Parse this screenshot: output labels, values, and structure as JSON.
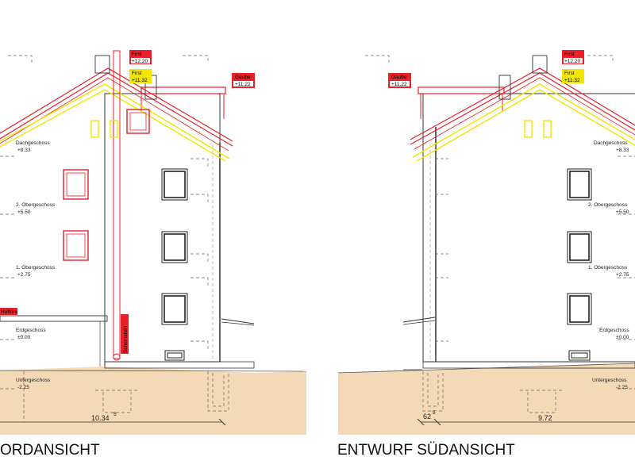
{
  "views": {
    "north": {
      "title": "ORDANSICHT",
      "floors": [
        {
          "name": "Dachgeschoss",
          "level": "+8.33"
        },
        {
          "name": "2. Obergeschoss",
          "level": "+5.50"
        },
        {
          "name": "1. Obergeschoss",
          "level": "+2.75"
        },
        {
          "name": "Erdgeschoss",
          "level": "±0.00"
        },
        {
          "name": "Untergeschoss",
          "level": "-2.25"
        }
      ],
      "tags": {
        "first_red_label": "First",
        "first_red_level": "+12.20",
        "first_yellow_label": "First",
        "first_yellow_level": "+11.32",
        "gaube_label": "Gaube",
        "gaube_level": "+11.22",
        "side_tag": "Schornstein",
        "left_tag": "Hoftüre"
      },
      "dimension": "10.34"
    },
    "south": {
      "title": "ENTWURF SÜDANSICHT",
      "floors": [
        {
          "name": "Dachgeschoss",
          "level": "+8.33"
        },
        {
          "name": "2. Obergeschoss",
          "level": "+5.50"
        },
        {
          "name": "1. Obergeschoss",
          "level": "+2.75"
        },
        {
          "name": "Erdgeschoss",
          "level": "±0.00"
        },
        {
          "name": "Untergeschoss",
          "level": "-2.25"
        }
      ],
      "tags": {
        "first_red_label": "First",
        "first_red_level": "+12.20",
        "first_yellow_label": "First",
        "first_yellow_level": "+11.32",
        "gaube_label": "Gaube",
        "gaube_level": "+11.22"
      },
      "dimension_small": "62",
      "dimension": "9.72"
    }
  },
  "colors": {
    "new_red": "#e8202a",
    "existing_yellow": "#f2e600",
    "ground": "#f3d9b5",
    "line": "#333333"
  }
}
